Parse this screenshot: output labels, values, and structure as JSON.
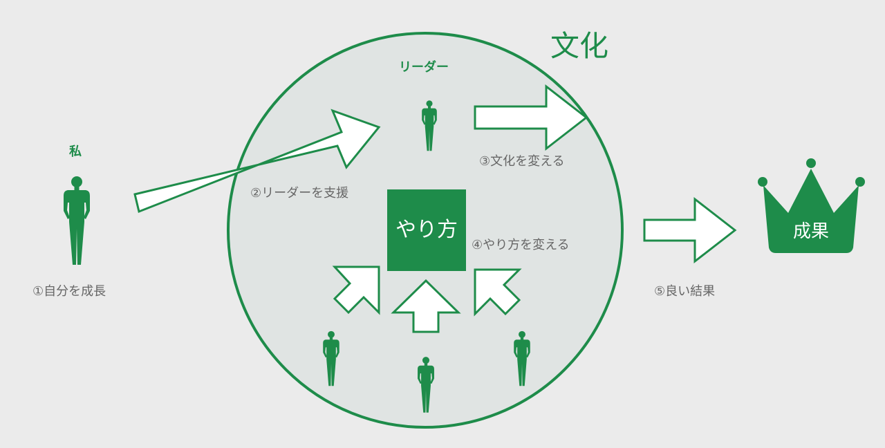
{
  "labels": {
    "culture_title": "文化",
    "leader_label": "リーダー",
    "self_label": "私",
    "method_box": "やり方",
    "result_crown": "成果",
    "step1": "①自分を成長",
    "step2": "②リーダーを支援",
    "step3": "③文化を変える",
    "step4": "④やり方を変える",
    "step5": "⑤良い結果"
  },
  "colors": {
    "green": "#1e8c4a",
    "circle_fill": "#e0e4e3",
    "background": "#ebebeb",
    "label_gray": "#666666",
    "arrow_fill": "#ffffff"
  },
  "icons": {
    "person": "person-silhouette-icon",
    "crown": "crown-icon"
  }
}
